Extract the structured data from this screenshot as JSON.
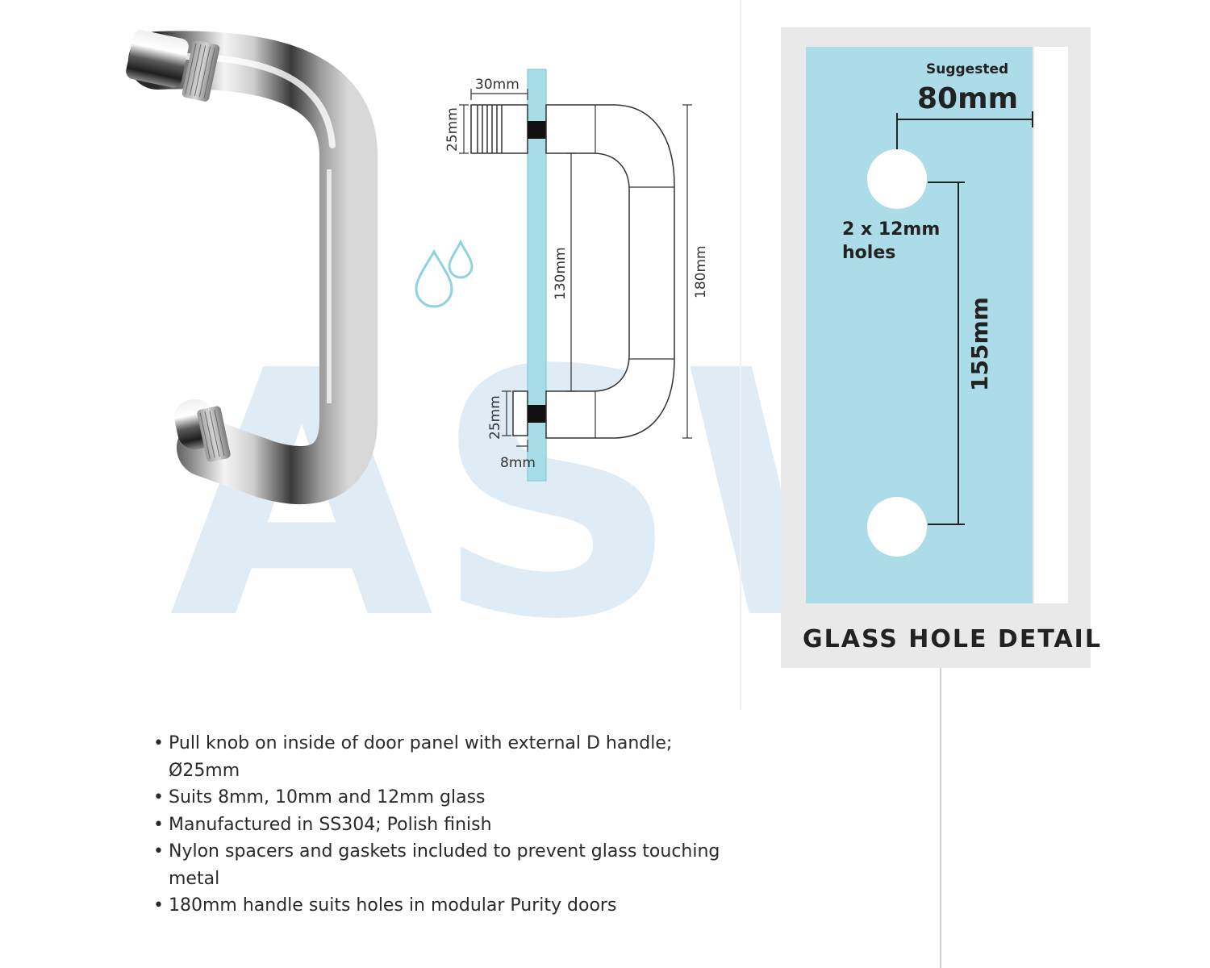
{
  "watermark": {
    "letters": "ASW",
    "color": "#dcebf6"
  },
  "colors": {
    "glass": "#a6dde6",
    "glass_edge": "#78c6d3",
    "panel_bg": "#e9e9ea",
    "drop": "#8fd2e3",
    "chrome_dark": "#1a1a1a",
    "chrome_light": "#f4f4f4"
  },
  "icons": {
    "product_photo": "d-handle-chrome",
    "droplets": "water-drops-icon"
  },
  "side_view": {
    "knob_width_label": "30mm",
    "knob_diameter_top_label": "25mm",
    "handle_inner_label": "130mm",
    "handle_overall_label": "180mm",
    "knob_diameter_bottom_label": "25mm",
    "glass_thickness_label": "8mm"
  },
  "glass_hole_detail": {
    "suggested_label": "Suggested",
    "edge_distance": "80mm",
    "holes_line1": "2 x 12mm",
    "holes_line2": "holes",
    "hole_spacing": "155mm",
    "caption": "GLASS HOLE DETAIL"
  },
  "features": [
    "Pull knob on inside of door panel with external D handle; Ø25mm",
    "Suits 8mm, 10mm and 12mm glass",
    "Manufactured in SS304; Polish finish",
    "Nylon spacers and gaskets included to prevent glass touching metal",
    "180mm handle suits holes in modular Purity doors"
  ]
}
